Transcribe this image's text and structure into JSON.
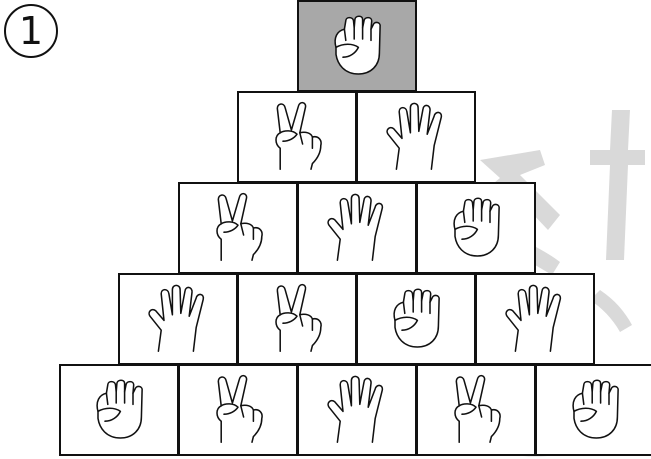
{
  "puzzle": {
    "number": "1",
    "selected": {
      "row": 0,
      "col": 0
    },
    "rows": [
      [
        "rock"
      ],
      [
        "scissors",
        "paper"
      ],
      [
        "scissors",
        "paper",
        "rock"
      ],
      [
        "paper",
        "scissors",
        "rock",
        "paper"
      ],
      [
        "rock",
        "scissors",
        "paper",
        "scissors",
        "rock"
      ]
    ]
  },
  "colors": {
    "selected_fill": "#a8a8a8",
    "border": "#111111",
    "watermark": "#d9d9d9"
  },
  "icons": {
    "rock": "rock-hand-icon",
    "paper": "paper-hand-icon",
    "scissors": "scissors-hand-icon"
  }
}
